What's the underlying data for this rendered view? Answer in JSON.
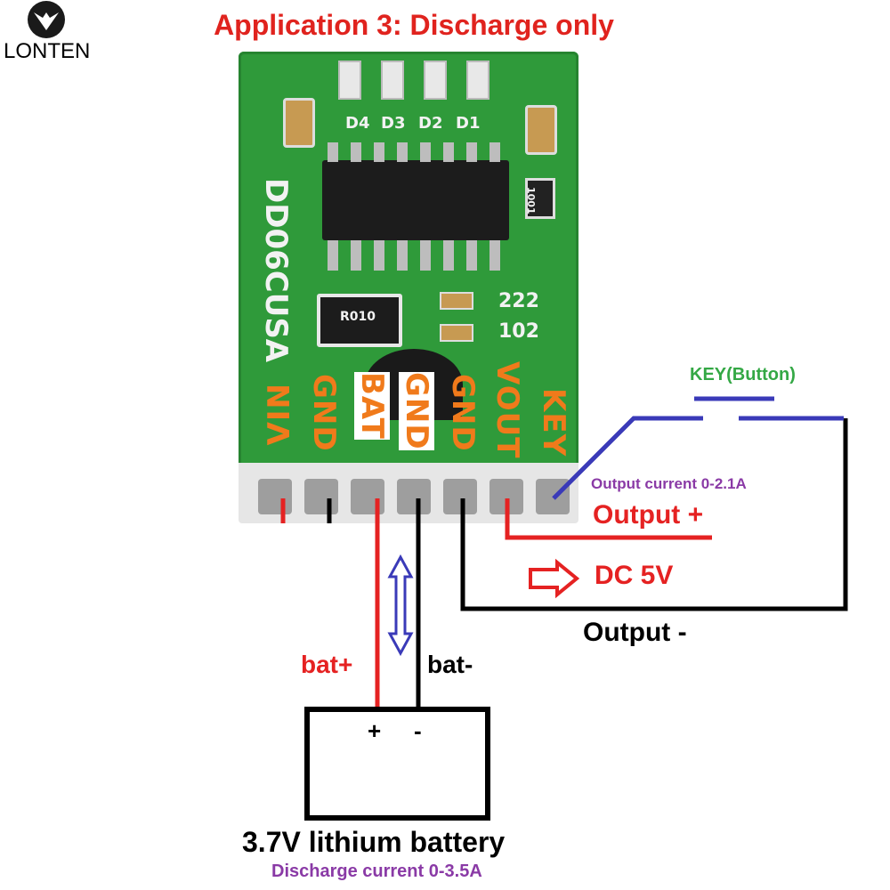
{
  "brand": {
    "name": "LONTEN"
  },
  "title": "Application 3: Discharge only",
  "board": {
    "model": "DD06CUSA",
    "leds": [
      "D4",
      "D3",
      "D2",
      "D1"
    ],
    "resistor_code": "R010",
    "resistor_small": "1001",
    "cap_codes": [
      "222",
      "102"
    ],
    "pins": [
      "VIN",
      "GND",
      "BAT",
      "GND",
      "GND",
      "VOUT",
      "KEY"
    ]
  },
  "labels": {
    "key_button": "KEY(Button)",
    "output_current": "Output current 0-2.1A",
    "output_plus": "Output +",
    "dc_5v": "DC 5V",
    "output_minus": "Output -",
    "bat_plus": "bat+",
    "bat_minus": "bat-",
    "battery_plus": "+",
    "battery_minus": "-",
    "battery_name": "3.7V lithium battery",
    "discharge_current": "Discharge current  0-3.5A"
  },
  "colors": {
    "title": "#e0231e",
    "pin_labels": "#f07a1b",
    "pcb": "#2f9a3a",
    "red_wire": "#e52222",
    "black_wire": "#000000",
    "blue_wire": "#3a3ab8",
    "key_label": "#34a845",
    "purple_text": "#8a3aa6"
  }
}
